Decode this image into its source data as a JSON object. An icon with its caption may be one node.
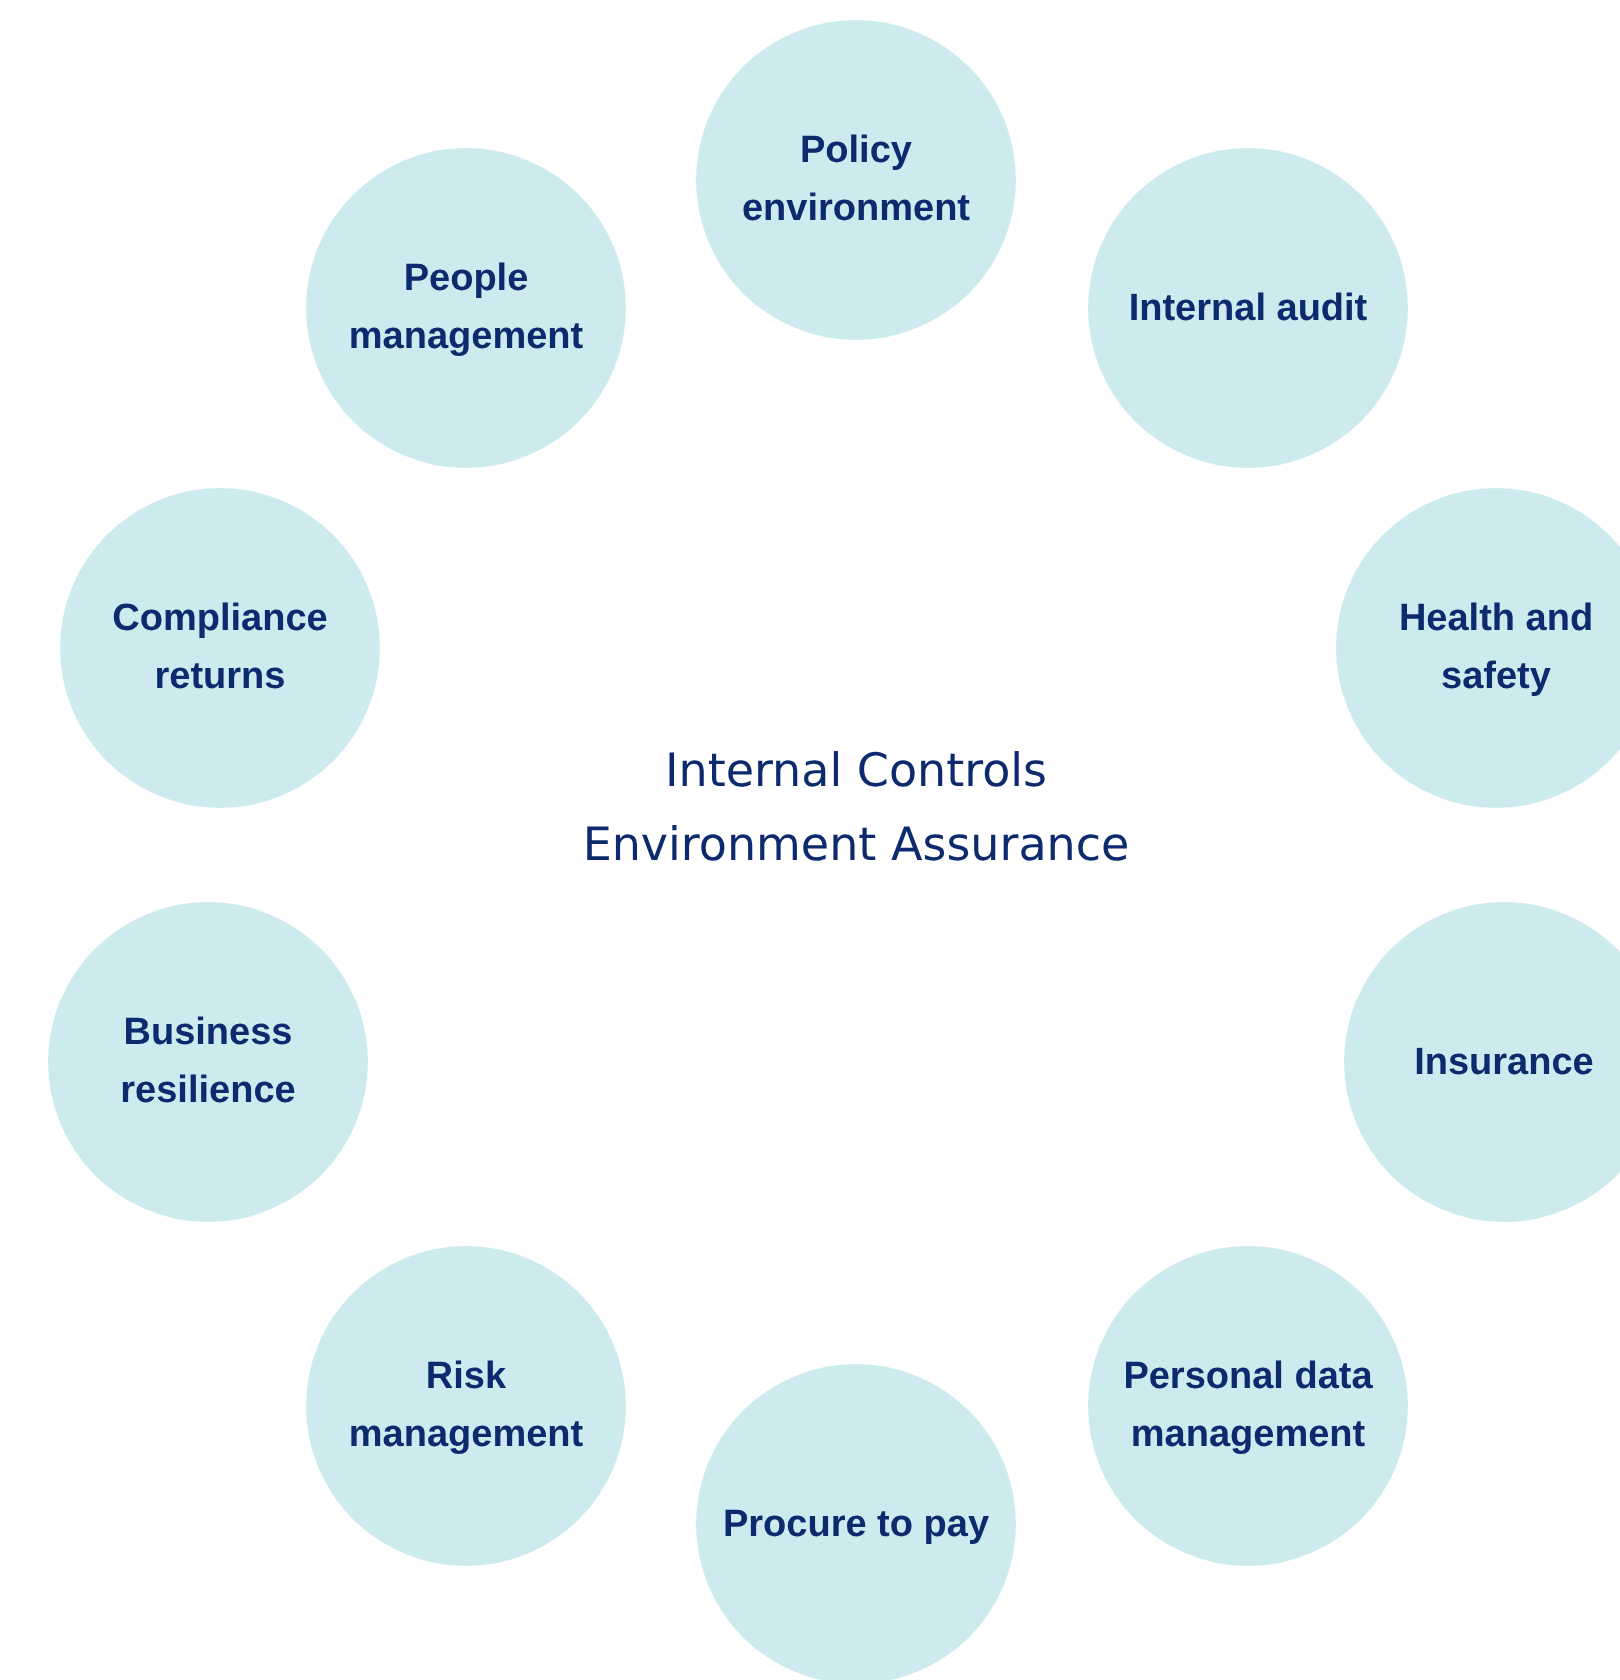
{
  "diagram": {
    "title": "Internal Controls Environment Assurance",
    "nodes": [
      {
        "text": [
          "Policy environment"
        ]
      },
      {
        "text": [
          "Internal audit"
        ]
      },
      {
        "text": [
          "Health and safety"
        ]
      },
      {
        "text": [
          "Insurance"
        ]
      },
      {
        "text": [
          "Personal data management"
        ]
      },
      {
        "text": [
          "Procure to pay"
        ]
      },
      {
        "text": [
          "Risk management"
        ]
      },
      {
        "text": [
          "Business resilience"
        ]
      },
      {
        "text": [
          "Compliance returns"
        ]
      },
      {
        "text": [
          "People management"
        ]
      }
    ]
  }
}
